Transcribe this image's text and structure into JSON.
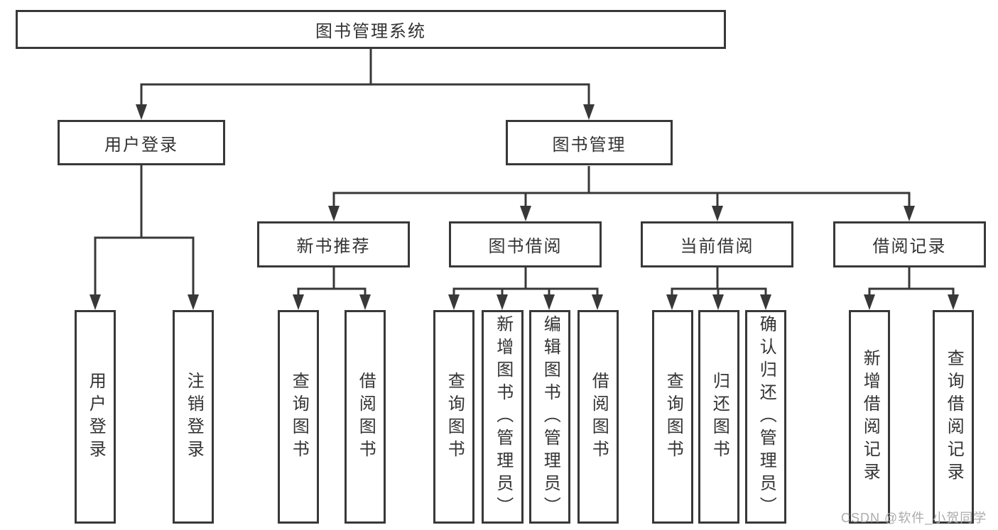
{
  "diagram": {
    "root": {
      "label": "图书管理系统"
    },
    "groups": [
      {
        "label": "用户登录",
        "children": [
          "用户登录",
          "注销登录"
        ]
      },
      {
        "label": "图书管理",
        "sections": [
          {
            "label": "新书推荐",
            "children": [
              "查询图书",
              "借阅图书"
            ]
          },
          {
            "label": "图书借阅",
            "children": [
              "查询图书",
              "新增图书（管理员）",
              "编辑图书（管理员）",
              "借阅图书"
            ]
          },
          {
            "label": "当前借阅",
            "children": [
              "查询图书",
              "归还图书",
              "确认归还（管理员）"
            ]
          },
          {
            "label": "借阅记录",
            "children": [
              "新增借阅记录",
              "查询借阅记录"
            ]
          }
        ]
      }
    ]
  },
  "watermark": {
    "text": "CSDN @软件_小贺同学"
  },
  "colors": {
    "line": "#383838",
    "text": "#333333",
    "background": "#ffffff",
    "watermark": "#ababab"
  }
}
